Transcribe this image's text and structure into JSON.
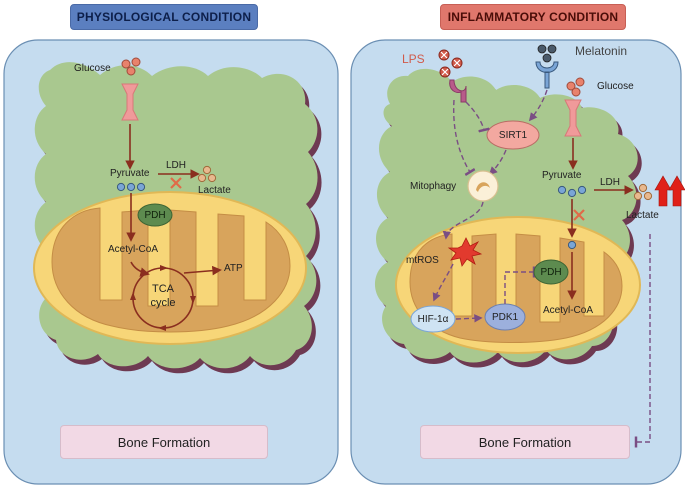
{
  "panels": {
    "physiological": {
      "title": "PHYSIOLOGICAL CONDITION",
      "glucose": "Glucose",
      "pyruvate": "Pyruvate",
      "ldh": "LDH",
      "lactate": "Lactate",
      "pdh": "PDH",
      "acetyl_coa": "Acetyl-CoA",
      "tca": "TCA",
      "cycle": "cycle",
      "atp": "ATP",
      "bone_formation": "Bone Formation"
    },
    "inflammatory": {
      "title": "INFLAMMATORY CONDITION",
      "lps": "LPS",
      "melatonin": "Melatonin",
      "glucose": "Glucose",
      "sirt1": "SIRT1",
      "mitophagy": "Mitophagy",
      "pyruvate": "Pyruvate",
      "ldh": "LDH",
      "lactate": "Lactate",
      "mtros": "mtROS",
      "pdh": "PDH",
      "hif": "HIF-1α",
      "pdk1": "PDK1",
      "acetyl_coa": "Acetyl-CoA",
      "bone_formation": "Bone Formation"
    }
  },
  "colors": {
    "panel_bg": "#c5dcef",
    "cell_fill": "#a9c88f",
    "cell_shadow": "#6e3a52",
    "mito_outer": "#f7d678",
    "mito_inner": "#d8a45c",
    "pdh_fill": "#5d8b4f",
    "arrow": "#8a2e1f",
    "inhibit_x": "#e06a48",
    "dashed": "#7a4e84",
    "lactate_up": "#e02018",
    "glucose_dot": "#e8826c",
    "pyruvate_dot": "#7aa5d6",
    "lps_icon": "#d05a4a",
    "melatonin_dot": "#4a5a6a",
    "receptor": "#b85a8a",
    "transporter": "#f09a9a",
    "sirt1_fill": "#f3a8a0",
    "hif_fill": "#cfe3f3",
    "pdk1_fill": "#9cb0dd",
    "bone_box": "#f2d9e5"
  }
}
